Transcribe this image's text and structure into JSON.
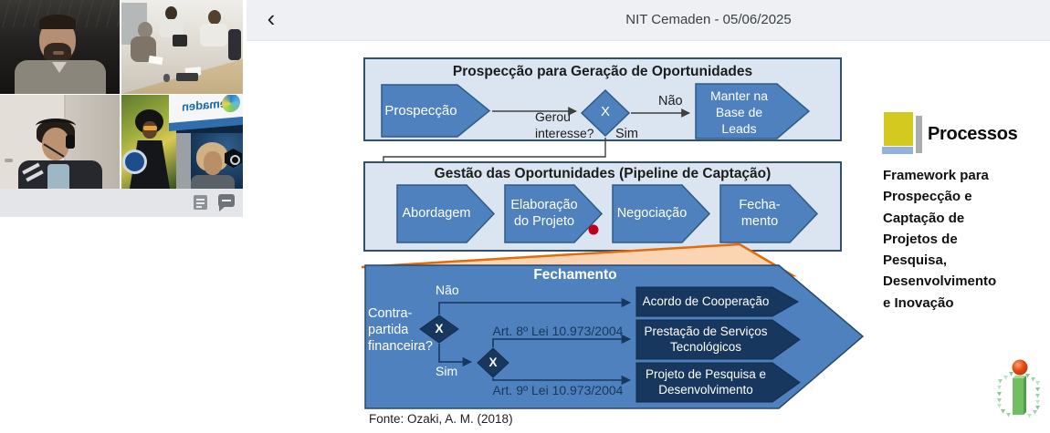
{
  "meeting": {
    "back_icon": "‹",
    "title": "NIT Cemaden - 05/06/2025",
    "sidebar": {
      "mirrored_logo": "Cemaden",
      "toolbar_icons": [
        "meeting-notes-icon",
        "chat-icon"
      ]
    }
  },
  "slide": {
    "box1": {
      "title": "Prospecção para Geração de Oportunidades",
      "start": "Prospecção",
      "question": "Gerou\ninteresse?",
      "decision": "X",
      "no": "Não",
      "yes": "Sim",
      "no_outcome": "Manter na\nBase de\nLeads"
    },
    "box2": {
      "title": "Gestão das Oportunidades (Pipeline de Captação)",
      "steps": [
        "Abordagem",
        "Elaboração\ndo Projeto",
        "Negociação",
        "Fecha-\nmento"
      ]
    },
    "box3": {
      "title": "Fechamento",
      "question": "Contra-\npartida\nfinanceira?",
      "no": "Não",
      "yes": "Sim",
      "decision1": "X",
      "decision2": "X",
      "law8": "Art. 8º Lei 10.973/2004",
      "law9": "Art. 9º Lei 10.973/2004",
      "outcomes": [
        "Acordo de Cooperação",
        "Prestação de Serviços\nTecnológicos",
        "Projeto de Pesquisa e\nDesenvolvimento"
      ]
    },
    "source": "Fonte: Ozaki, A. M. (2018)"
  },
  "right_panel": {
    "logo_label": "Processos",
    "description": "Framework para\nProspecção e\nCaptação de\nProjetos de\nPesquisa,\nDesenvolvimento\ne Inovação"
  },
  "colors": {
    "steel_blue": "#4e81bd",
    "navy": "#17375e",
    "panel_fill": "#dbe5f1",
    "panel_border": "#31506e",
    "funnel_fill": "#fbd4b4",
    "funnel_border": "#e36c0a",
    "red_dot": "#c00018",
    "processos_yellow": "#d4ca1f",
    "processos_blue": "#92b4da",
    "processos_gray": "#a9adb0",
    "institute_green": "#72bf63",
    "institute_red": "#e04a12"
  }
}
